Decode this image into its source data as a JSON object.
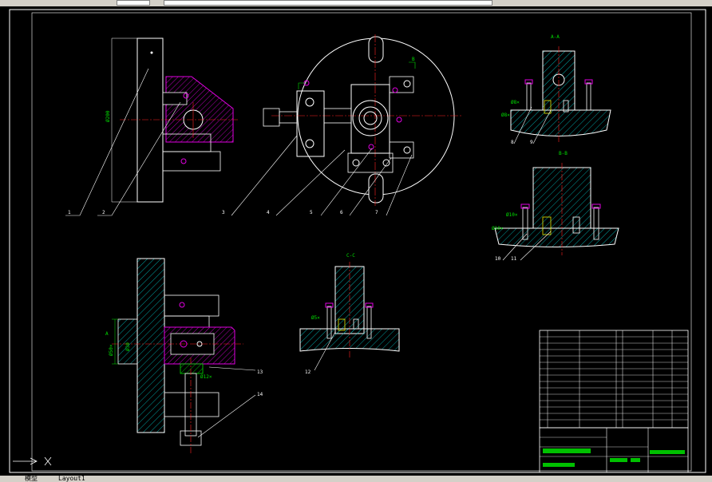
{
  "balloons": [
    "1",
    "2",
    "3",
    "4",
    "5",
    "6",
    "7",
    "8",
    "9",
    "10",
    "11",
    "12",
    "13",
    "14"
  ],
  "section_titles": {
    "aa": "A-A",
    "bb": "B-B",
    "cc": "C-C",
    "b_marker": "B"
  },
  "dimensions": {
    "overall_height": "Ø200",
    "d_small": "Ø30",
    "d_large": "Ø50×",
    "ref_letter": "A"
  },
  "fits": {
    "aa_left": "Ø8×",
    "aa_lower": "Ø8×",
    "bb_upper": "Ø10×",
    "bb_lower": "Ø10×",
    "cc_left": "Ø5×",
    "bolt_fit": "Ø12×"
  },
  "tabs": {
    "model": "模型",
    "layout": "Layout1"
  },
  "colors": {
    "background": "#000000",
    "outline": "#ffffff",
    "centerline": "#ff2020",
    "hatch": "#00c8c8",
    "magenta": "#e000e0",
    "yellow": "#e8e800",
    "green": "#00e000"
  }
}
